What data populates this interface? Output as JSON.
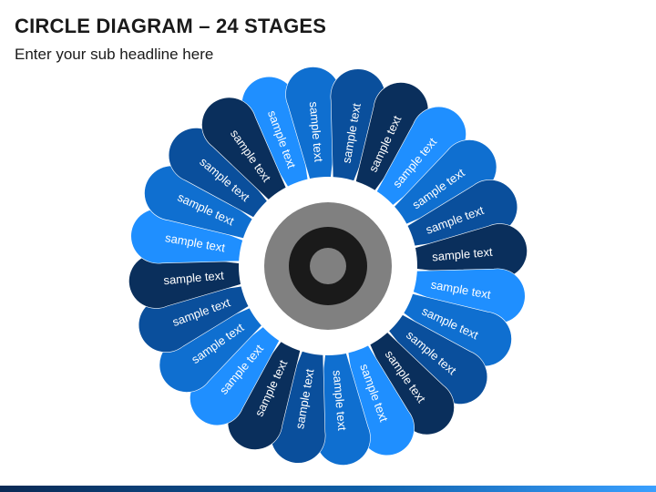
{
  "header": {
    "title": "CIRCLE DIAGRAM – 24 STAGES",
    "subtitle": "Enter your sub headline here"
  },
  "diagram": {
    "stage_count": 24,
    "stage_labels": [
      "sample text",
      "sample text",
      "sample text",
      "sample text",
      "sample text",
      "sample text",
      "sample text",
      "sample text",
      "sample text",
      "sample text",
      "sample text",
      "sample text",
      "sample text",
      "sample text",
      "sample text",
      "sample text",
      "sample text",
      "sample text",
      "sample text",
      "sample text",
      "sample text",
      "sample text",
      "sample text",
      "sample text"
    ],
    "petal_colors": [
      "#1f8fff",
      "#0f6fd0",
      "#0a4f9c",
      "#0a2f5c"
    ],
    "center_colors": {
      "outer_ring": "#ffffff",
      "gray_ring": "#808080",
      "dark_ring": "#1a1a1a",
      "inner_disk": "#808080"
    },
    "label_color": "#ffffff"
  },
  "footer": {
    "bar_colors": [
      "#0a2a55",
      "#0e5fa8",
      "#3aa0ff"
    ]
  }
}
